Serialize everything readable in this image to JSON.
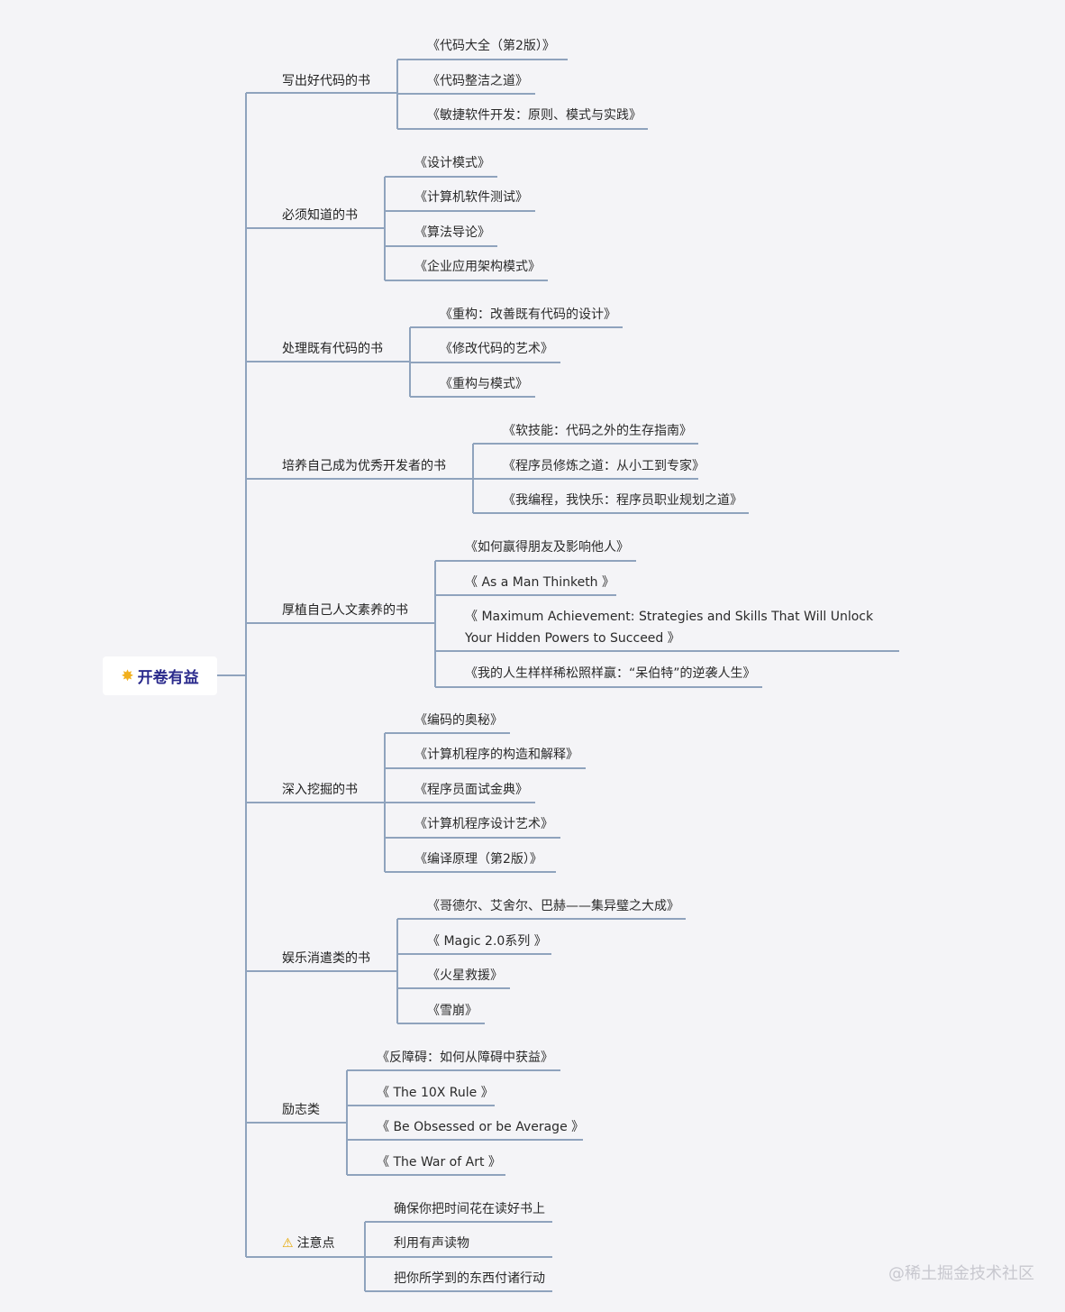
{
  "root": {
    "label": "开卷有益",
    "icon": "sparkle-star-icon"
  },
  "categories": [
    {
      "label": "写出好代码的书",
      "items": [
        "《代码大全（第2版）》",
        "《代码整洁之道》",
        "《敏捷软件开发：原则、模式与实践》"
      ]
    },
    {
      "label": "必须知道的书",
      "items": [
        "《设计模式》",
        "《计算机软件测试》",
        "《算法导论》",
        "《企业应用架构模式》"
      ]
    },
    {
      "label": "处理既有代码的书",
      "items": [
        "《重构：改善既有代码的设计》",
        "《修改代码的艺术》",
        "《重构与模式》"
      ]
    },
    {
      "label": "培养自己成为优秀开发者的书",
      "items": [
        "《软技能：代码之外的生存指南》",
        "《程序员修炼之道：从小工到专家》",
        "《我编程，我快乐：程序员职业规划之道》"
      ]
    },
    {
      "label": "厚植自己人文素养的书",
      "items": [
        "《如何赢得朋友及影响他人》",
        "《 As a Man Thinketh 》",
        "《 Maximum Achievement: Strategies and Skills That Will Unlock Your Hidden Powers to Succeed 》",
        "《我的人生样样稀松照样赢：“呆伯特”的逆袭人生》"
      ]
    },
    {
      "label": "深入挖掘的书",
      "items": [
        "《编码的奥秘》",
        "《计算机程序的构造和解释》",
        "《程序员面试金典》",
        "《计算机程序设计艺术》",
        "《编译原理（第2版）》"
      ]
    },
    {
      "label": "娱乐消遣类的书",
      "items": [
        "《哥德尔、艾舍尔、巴赫——集异璧之大成》",
        "《 Magic 2.0系列 》",
        "《火星救援》",
        "《雪崩》"
      ]
    },
    {
      "label": "励志类",
      "items": [
        "《反障碍：如何从障碍中获益》",
        "《 The 10X Rule 》",
        "《 Be Obsessed or be Average 》",
        "《 The War of Art 》"
      ]
    },
    {
      "label": "注意点",
      "icon": "warning-icon",
      "items": [
        "确保你把时间花在读好书上",
        "利用有声读物",
        "把你所学到的东西付诸行动"
      ]
    }
  ],
  "watermark": "@稀土掘金技术社区",
  "colors": {
    "line": "#8fa3bd",
    "background": "#f4f4f7",
    "root_text": "#2a2a8c"
  }
}
